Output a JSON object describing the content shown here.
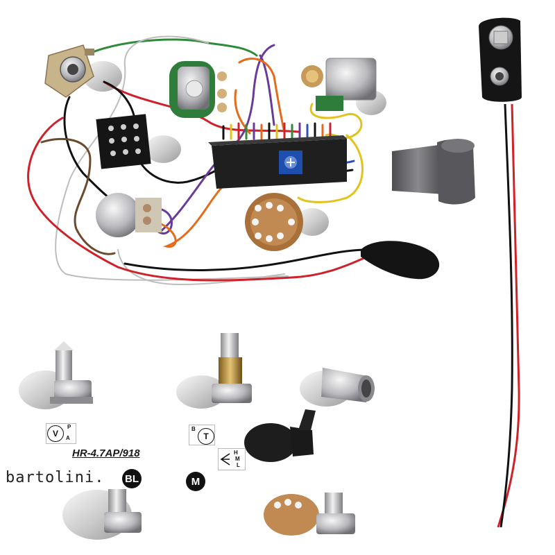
{
  "product": {
    "model_label": "HR-4.7AP/918",
    "brand_label": "bartolini",
    "brand_dot": "."
  },
  "knob_markings": {
    "volume_pan": {
      "main": "V",
      "top": "P",
      "bottom": "A"
    },
    "treble": {
      "main": "T",
      "top": "B"
    },
    "switch": {
      "letters": [
        "H",
        "M",
        "L"
      ]
    },
    "blend": "BL",
    "mid": "M"
  },
  "colors": {
    "wire_red": "#d0202a",
    "wire_black": "#111111",
    "wire_green": "#2f8a3a",
    "wire_yellow": "#e3c21a",
    "wire_purple": "#6a3a9a",
    "wire_orange": "#e56a1a",
    "wire_brown": "#6b4a2e",
    "wire_blue": "#2c50b8",
    "wire_white": "#bdbdbd",
    "preamp_box": "#2a2a2a",
    "trimmer": "#1e4fae",
    "knob_grey": "#6d6d70"
  }
}
